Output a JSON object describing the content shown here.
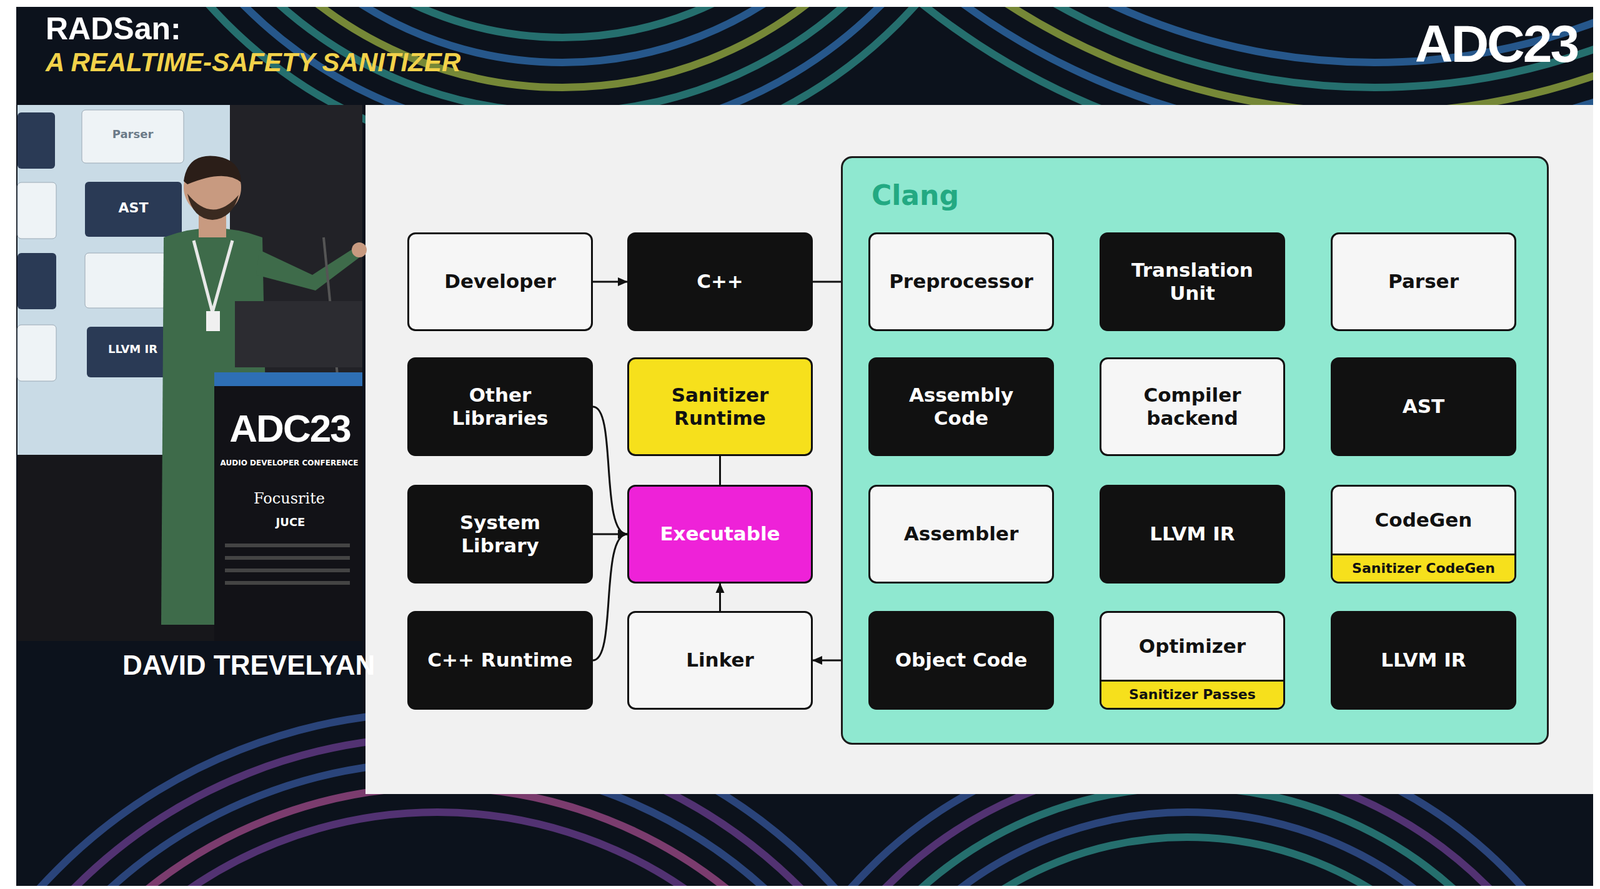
{
  "diagram": {
    "title": "RADSan:",
    "nodes": [
      {
        "text": [
          "Developer"
        ]
      },
      {
        "text": [
          "C++"
        ]
      },
      {
        "text": [
          "Clang"
        ]
      },
      {
        "text": [
          "Preprocessor"
        ],
        "in": 2
      },
      {
        "text": [
          "Translation Unit"
        ],
        "in": 2
      },
      {
        "text": [
          "Parser"
        ],
        "in": 2
      },
      {
        "text": [
          "Other Libraries"
        ]
      },
      {
        "text": [
          "Sanitizer Runtime"
        ]
      },
      {
        "text": [
          "Executable"
        ]
      },
      {
        "text": [
          "Assembly Code"
        ],
        "in": 2
      },
      {
        "text": [
          "Compiler backend"
        ],
        "in": 2
      },
      {
        "text": [
          "AST"
        ],
        "in": 2
      },
      {
        "text": [
          "System Library"
        ]
      },
      {
        "text": [
          "Assembler"
        ],
        "in": 2
      },
      {
        "text": [
          "LLVM IR"
        ],
        "in": 2
      },
      {
        "text": [
          "CodeGen",
          "Sanitizer CodeGen"
        ],
        "in": 2
      },
      {
        "text": [
          "C++ Runtime"
        ]
      },
      {
        "text": [
          "Linker"
        ]
      },
      {
        "text": [
          "Object Code"
        ],
        "in": 2
      },
      {
        "text": [
          "Optimizer",
          "Sanitizer Passes"
        ],
        "in": 2
      },
      {
        "text": [
          "LLVM IR"
        ],
        "in": 2
      }
    ],
    "edges": [
      {
        "from": 0,
        "to": 1,
        "arrow": "to"
      },
      {
        "from": 1,
        "to": 3,
        "arrow": "to"
      },
      {
        "from": 3,
        "to": 4,
        "arrow": "to"
      },
      {
        "from": 4,
        "to": 5,
        "arrow": "to"
      },
      {
        "from": 5,
        "to": 11,
        "arrow": "to"
      },
      {
        "from": 11,
        "to": 15,
        "arrow": "to"
      },
      {
        "from": 15,
        "to": 20,
        "arrow": "to"
      },
      {
        "from": 20,
        "to": 19,
        "arrow": "to"
      },
      {
        "from": 19,
        "to": 14,
        "arrow": "to"
      },
      {
        "from": 14,
        "to": 10,
        "arrow": "to"
      },
      {
        "from": 10,
        "to": 9,
        "arrow": "to"
      },
      {
        "from": 9,
        "to": 13,
        "arrow": "to"
      },
      {
        "from": 13,
        "to": 18,
        "arrow": "to"
      },
      {
        "from": 18,
        "to": 17,
        "arrow": "to"
      },
      {
        "from": 17,
        "to": 8,
        "arrow": "to"
      },
      {
        "from": 7,
        "to": 8,
        "arrow": "none"
      },
      {
        "from": 6,
        "to": 8,
        "arrow": "to"
      },
      {
        "from": 12,
        "to": 8,
        "arrow": "to"
      },
      {
        "from": 16,
        "to": 8,
        "arrow": "to"
      }
    ],
    "labels": [
      "A REALTIME-SAFETY SANITIZER",
      "ADC23",
      "Parser",
      "AST",
      "LLVM IR",
      "ADC23",
      "AUDIO DEVELOPER CONFERENCE",
      "Focusrite",
      "JUCE",
      "DAVID TREVELYAN"
    ]
  }
}
